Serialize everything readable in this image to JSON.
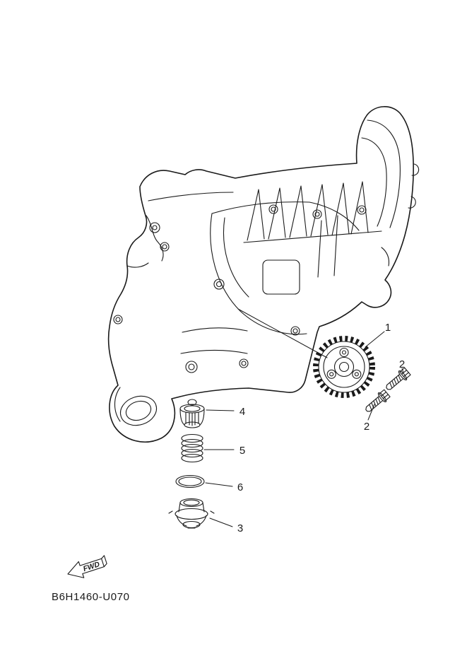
{
  "colors": {
    "background": "#ffffff",
    "line": "#1a1a1a"
  },
  "diagram": {
    "code": "B6H1460-U070",
    "fwd_label": "FWD",
    "callouts": [
      "1",
      "2",
      "2",
      "4",
      "5",
      "6",
      "3"
    ]
  }
}
